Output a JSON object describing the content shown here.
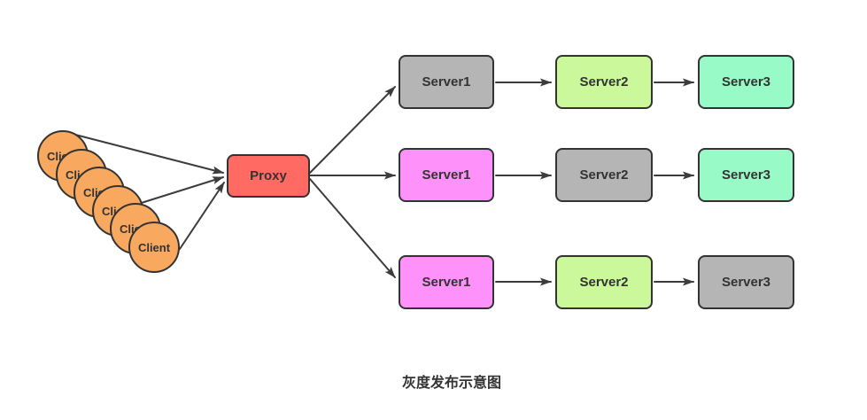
{
  "title": "灰度发布示意图",
  "clients": {
    "label": "Client",
    "count": 6,
    "fill": "#F8A95F"
  },
  "proxy": {
    "label": "Proxy",
    "fill": "#FF6B63"
  },
  "rows": [
    {
      "servers": [
        {
          "label": "Server1",
          "fill": "#B5B5B5"
        },
        {
          "label": "Server2",
          "fill": "#CBF89B"
        },
        {
          "label": "Server3",
          "fill": "#98FBC7"
        }
      ]
    },
    {
      "servers": [
        {
          "label": "Server1",
          "fill": "#FE92FA"
        },
        {
          "label": "Server2",
          "fill": "#B5B5B5"
        },
        {
          "label": "Server3",
          "fill": "#98FBC7"
        }
      ]
    },
    {
      "servers": [
        {
          "label": "Server1",
          "fill": "#FE92FA"
        },
        {
          "label": "Server2",
          "fill": "#CBF89B"
        },
        {
          "label": "Server3",
          "fill": "#B5B5B5"
        }
      ]
    }
  ],
  "colors": {
    "arrow_stroke": "#3C3C3C",
    "shape_border": "#333333",
    "text": "#333333",
    "background": "#FFFFFF"
  }
}
